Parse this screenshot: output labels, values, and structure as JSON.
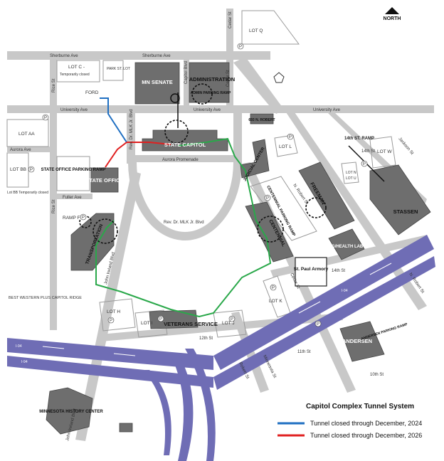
{
  "map": {
    "north_label": "NORTH",
    "streets": {
      "sherburne_1": "Sherburne Ave",
      "sherburne_2": "Sherburne Ave",
      "university_1": "University Ave",
      "university_2": "University Ave",
      "university_3": "University Ave",
      "aurora": "Aurora Ave",
      "fuller": "Fuller Ave",
      "rice_1": "Rice St",
      "rice_2": "Rice St",
      "cedar_1": "Cedar St",
      "cedar_2": "Cedar St",
      "cedar_3": "Cedar St",
      "capitol_blvd": "Capitol Blvd",
      "mlk_blvd": "Rev. Dr. MLK Jr. Blvd",
      "mlk_blvd_2": "Rev. Dr. MLK Jr. Blvd",
      "aurora_promenade": "Aurora Promenade",
      "john_ireland": "John Ireland Blvd",
      "john_ireland_2": "John Ireland Blvd",
      "robert_1": "N. Robert St",
      "robert_2": "N. Robert St",
      "robert_3": "Robert St",
      "jackson": "Jackson St",
      "fourteenth_1": "14th St",
      "fourteenth_2": "14th St",
      "twelfth": "12th St",
      "tenth": "10th St",
      "eleventh": "11th St",
      "minnesota": "Minnesota St",
      "i94_1": "I-94",
      "i94_2": "I-94",
      "i94_3": "I-94"
    },
    "buildings": {
      "mn_senate": "MN SENATE",
      "administration": "ADMINISTRATION",
      "admin_ramp": "ADMIN PARKING RAMP",
      "state_capitol": "STATE CAPITOL",
      "state_office": "STATE OFFICE",
      "state_office_ramp": "STATE OFFICE PARKING RAMP",
      "transportation": "TRANSPORTATION",
      "veterans_service": "VETERANS SERVICE",
      "judicial_center": "JUDICIAL CENTER",
      "centennial": "CENTENNIAL",
      "centennial_ramp": "CENTENNIAL PARKING RAMP",
      "freeman": "FREEMAN",
      "ag_health_lab": "AG/HEALTH LAB",
      "stassen": "STASSEN",
      "andersen": "ANDERSEN",
      "andersen_ramp": "ANDERSEN PARKING RAMP",
      "st_paul_armory": "St. Paul Armory",
      "mn_history_center": "MINNESOTA HISTORY CENTER",
      "n_robert_693": "693 N. ROBERT",
      "best_western": "BEST WESTERN PLUS CAPITOL RIDGE",
      "ford": "FORD"
    },
    "lots": {
      "lot_q": "LOT Q",
      "lot_c": "LOT C -",
      "lot_c_note": "Temporarily closed",
      "park_st_lot": "PARK ST. LOT",
      "lot_aa": "LOT AA",
      "lot_bb": "LOT BB",
      "lot_bb_note": "Lot BB Temporarily closed",
      "lot_l": "LOT L",
      "lot_k": "LOT K",
      "lot_h": "LOT H",
      "lot_i": "LOT I",
      "lot_j": "LOT J",
      "lot_n": "LOT N",
      "lot_w": "LOT W",
      "lot_u": "LOT U",
      "ramp_f": "RAMP F",
      "fourteenth_ramp": "14th ST. RAMP",
      "parking_symbol": "P"
    },
    "legend": {
      "title": "Capitol Complex Tunnel System",
      "items": [
        {
          "label": "Tunnel closed through December, 2024",
          "color": "#1f6fc2"
        },
        {
          "label": "Tunnel closed through December, 2026",
          "color": "#e02020"
        }
      ]
    },
    "colors": {
      "road": "#c8c8c8",
      "building": "#6e6e6e",
      "highway": "#6f6db5",
      "tunnel_open": "#2aa84a",
      "tunnel_closed_2024": "#1f6fc2",
      "tunnel_closed_2026": "#e02020"
    }
  }
}
